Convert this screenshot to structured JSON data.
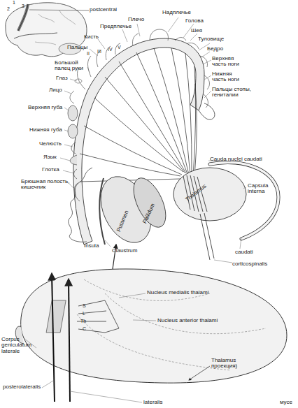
{
  "diagram": {
    "labels": [
      "1",
      "2",
      "3",
      "postcentral",
      "Плечо",
      "Надплечье",
      "Голова",
      "Шея",
      "Туловище",
      "Бедро",
      "Верхняя часть ноги",
      "Нижняя часть ноги",
      "Пальцы стопы, гениталии",
      "Предплечье",
      "Кисть",
      "Пальцы",
      "II",
      "III",
      "IV",
      "V",
      "Большой палец руки",
      "Глаз",
      "Лицо",
      "Верхняя губа",
      "Нижняя губа",
      "Челюсть",
      "Язык",
      "Глотка",
      "Брюшная полость, кишечник",
      "Cauda nuclei caudati",
      "Thalamus",
      "Pallidum",
      "Putamen",
      "Capsula interna",
      "Insula",
      "Claustrum",
      "caudati",
      "corticospinalis",
      "Nucleus medialis thalami",
      "S",
      "L",
      "Th",
      "C",
      "Nucleus anterior thalami",
      "Corpus geniculatum laterale",
      "Thalamus проекция)",
      "posterolateralis",
      "lateralis",
      "муce"
    ]
  }
}
